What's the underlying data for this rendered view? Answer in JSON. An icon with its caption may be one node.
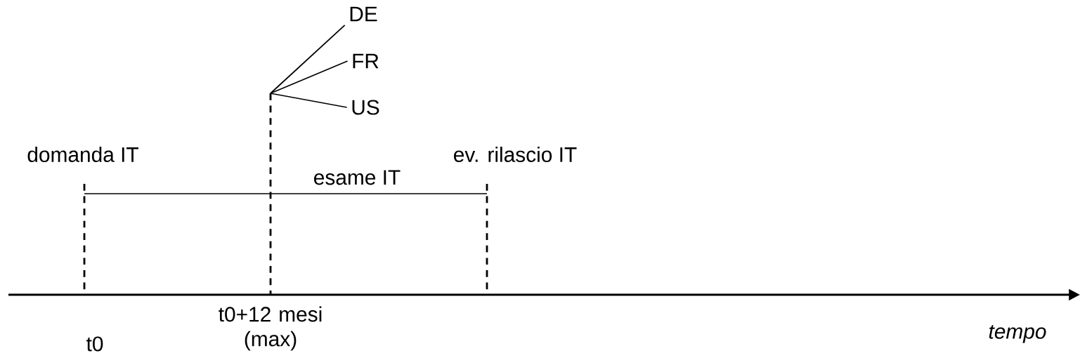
{
  "diagram": {
    "nodes": [
      {
        "text": [
          "DE"
        ]
      },
      {
        "text": [
          "FR"
        ]
      },
      {
        "text": [
          "US"
        ]
      }
    ],
    "edges": [
      {
        "from": null,
        "to": 0,
        "arrow": "none"
      },
      {
        "from": null,
        "to": 1,
        "arrow": "none"
      },
      {
        "from": null,
        "to": 2,
        "arrow": "none"
      }
    ],
    "labels": [
      "domanda IT",
      "ev. rilascio IT",
      "esame IT",
      "t0+12 mesi (max)",
      "tempo",
      "t0"
    ]
  }
}
